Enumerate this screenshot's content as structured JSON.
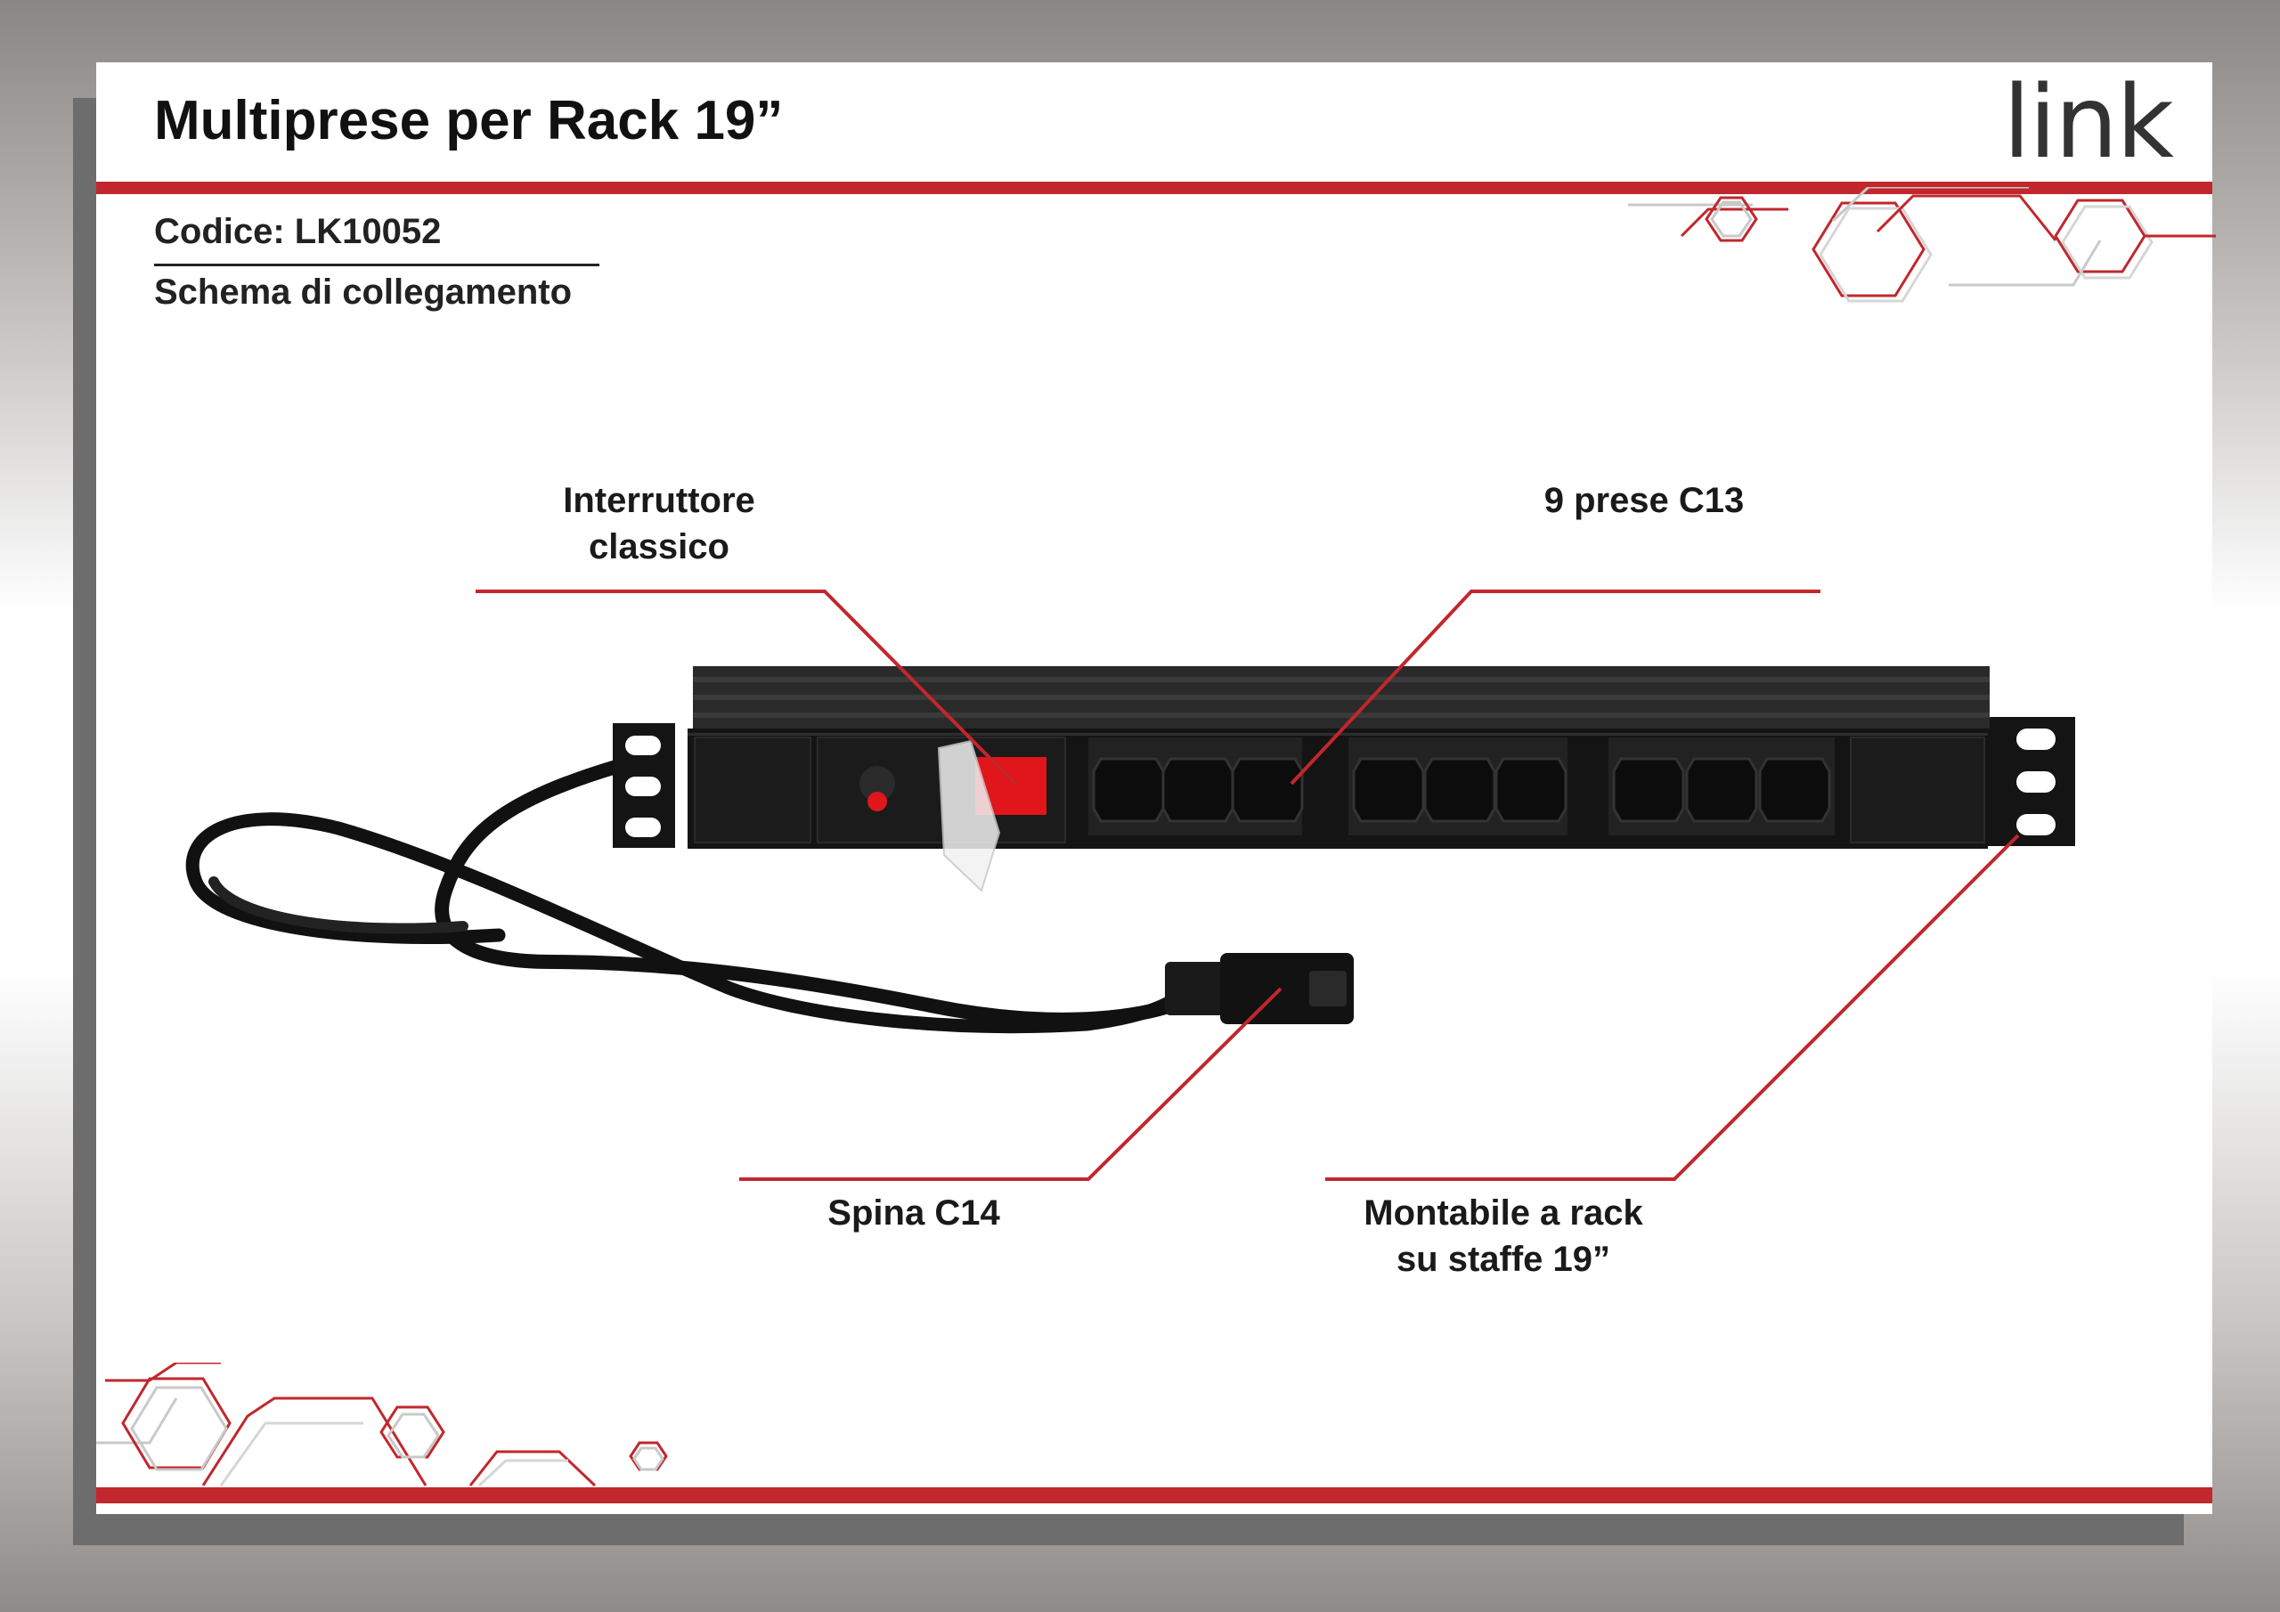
{
  "header": {
    "title": "Multiprese per Rack 19”",
    "logo_text": "link"
  },
  "info": {
    "code": "Codice: LK10052",
    "subtitle": "Schema di collegamento"
  },
  "callouts": {
    "switch": {
      "line1": "Interruttore",
      "line2": "classico"
    },
    "sockets": {
      "line1": "9 prese C13"
    },
    "plug": {
      "line1": "Spina C14"
    },
    "mount": {
      "line1": "Montabile a rack",
      "line2": "su staffe 19”"
    }
  },
  "colors": {
    "accent": "#c1272d",
    "body": "#1c1c1c",
    "switch": "#e0161b"
  },
  "icons": [
    "hexagon-decoration",
    "power-strip-image",
    "logo-link"
  ]
}
